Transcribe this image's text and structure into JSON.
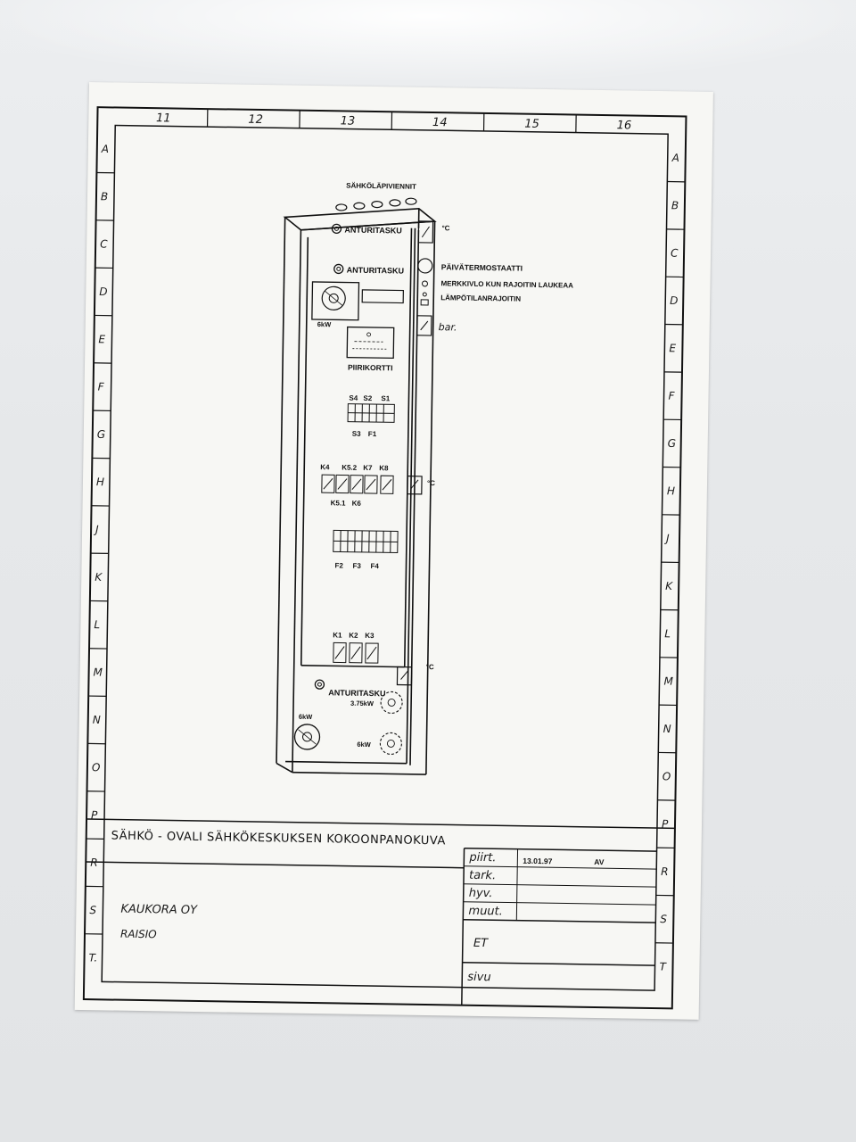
{
  "sheet": {
    "columns": [
      "11",
      "12",
      "13",
      "14",
      "15",
      "16"
    ],
    "rows_left": [
      "A",
      "B",
      "C",
      "D",
      "E",
      "F",
      "G",
      "H",
      "J",
      "K",
      "L",
      "M",
      "N",
      "O",
      "P",
      "R",
      "S",
      "T."
    ],
    "rows_right": [
      "A",
      "B",
      "C",
      "D",
      "E",
      "F",
      "G",
      "H",
      "J",
      "K",
      "L",
      "M",
      "N",
      "O",
      "P",
      "R",
      "S",
      "T"
    ]
  },
  "diagram": {
    "header": "SÄHKÖLÄPIVIENNIT",
    "sensor_pocket": "ANTURITASKU",
    "daily_thermostat": "PÄIVÄTERMOSTAATTI",
    "indicator_light": "MERKKIVLO KUN RAJOITIN LAUKEAA",
    "temp_limiter": "LÄMPÖTILANRAJOITIN",
    "celsius": "°C",
    "bar": "bar.",
    "board": "PIIRIKORTTI",
    "heater_6kw": "6kW",
    "heater_375kw": "3.75kW",
    "sw_top": [
      "S4",
      "S2",
      "S1"
    ],
    "sw_bottom": [
      "S3",
      "F1"
    ],
    "k_top": [
      "K4",
      "K5.2",
      "K7",
      "K8"
    ],
    "k_bottom": [
      "K5.1",
      "K6"
    ],
    "fuses": [
      "F2",
      "F3",
      "F4"
    ],
    "contactors": [
      "K1",
      "K2",
      "K3"
    ]
  },
  "title_block": {
    "title": "SÄHKÖ - OVALI   SÄHKÖKESKUKSEN  KOKOONPANOKUVA",
    "company": "KAUKORA  OY",
    "city": "RAISIO",
    "drawn_label": "piirt.",
    "checked_label": "tark.",
    "approved_label": "hyv.",
    "modified_label": "muut.",
    "date": "13.01.97",
    "initials": "AV",
    "code": "ET",
    "page_label": "sivu"
  }
}
